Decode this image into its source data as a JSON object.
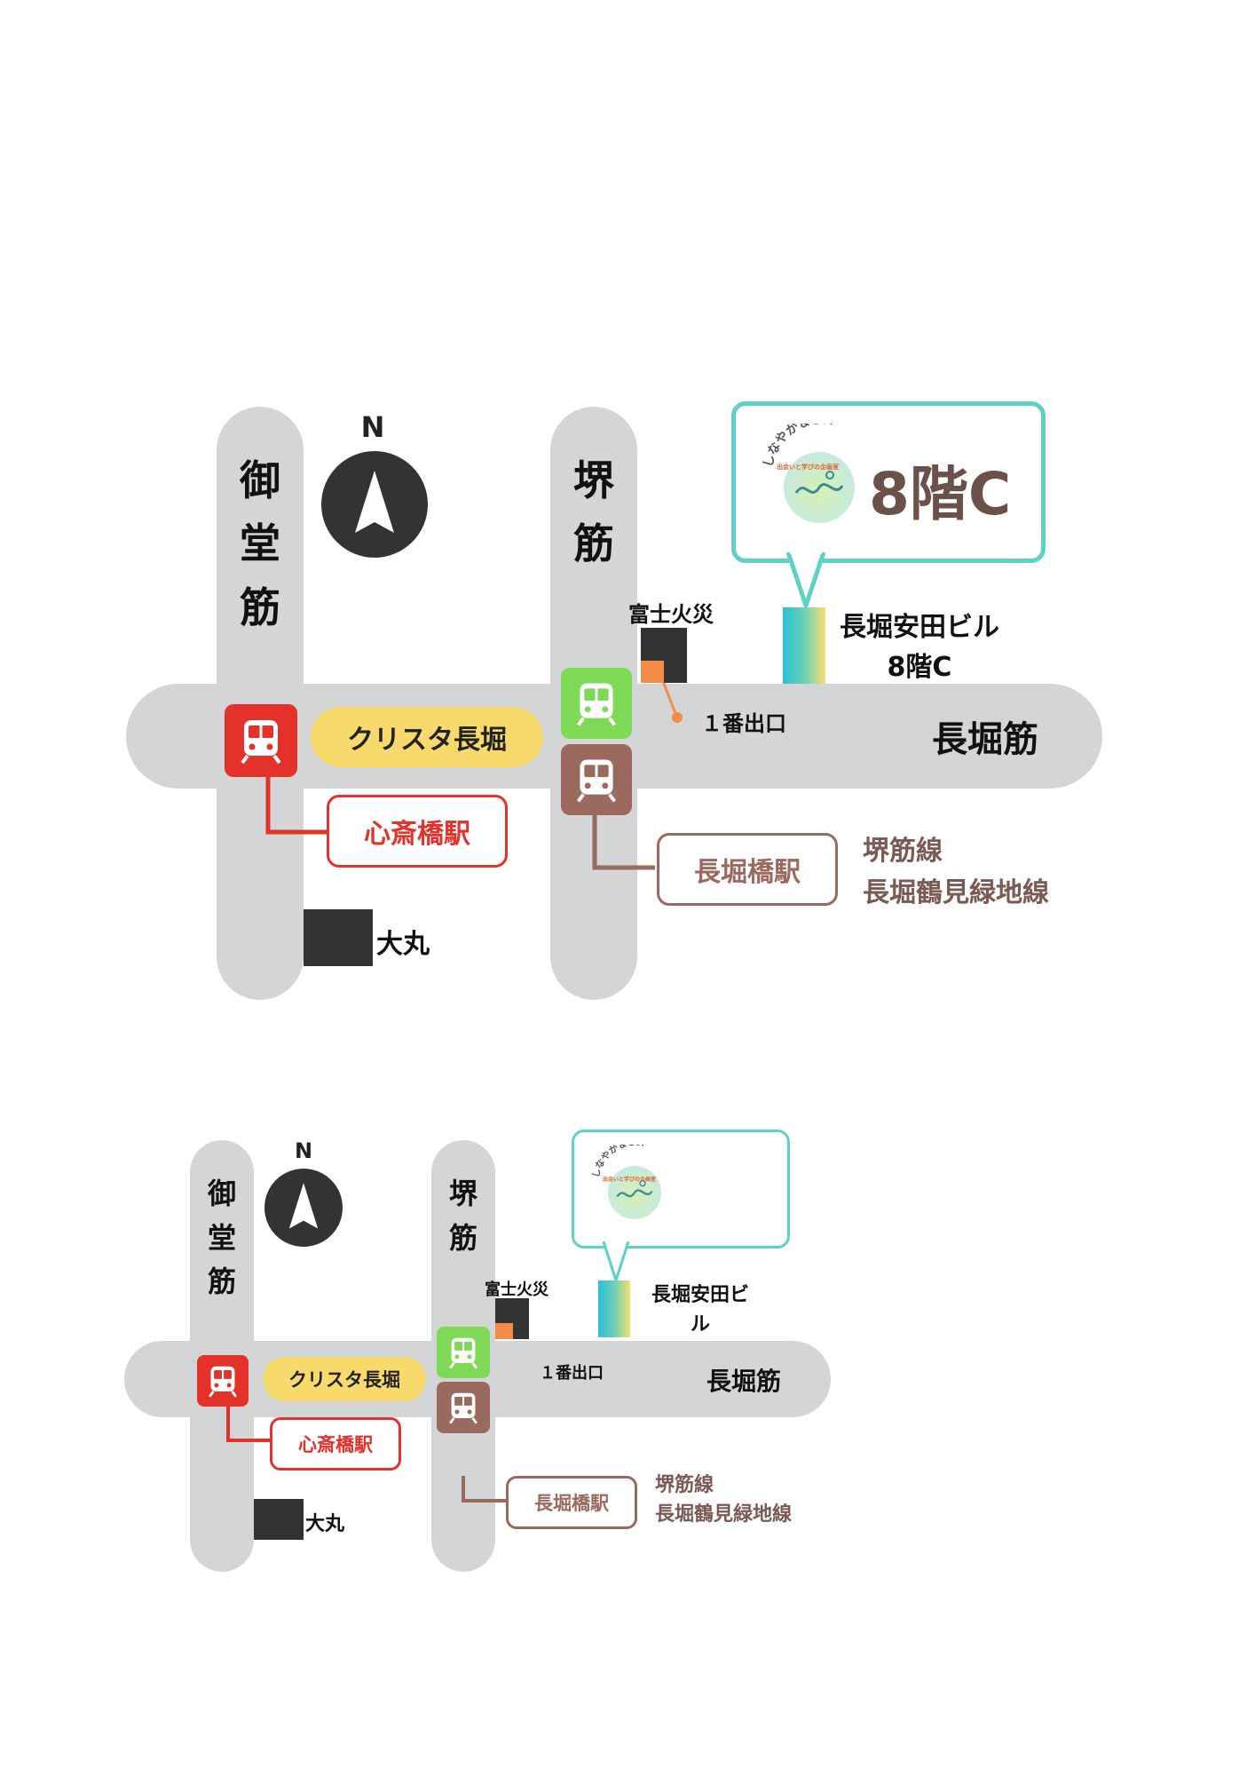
{
  "colors": {
    "road": "#d4d5d7",
    "red_line": "#e4322b",
    "green_station": "#7ed957",
    "brown_line": "#9a6a5e",
    "pill_yellow": "#f8da6c",
    "callout_border": "#5fd0c4",
    "building": "#333333",
    "orange": "#f68b48",
    "brown_text": "#7a5a52"
  },
  "map_large": {
    "compass_n": "N",
    "road_midosuji": "御\n堂\n筋",
    "road_sakaisuji": "堺\n筋",
    "road_nagahori": "長堀筋",
    "crysta": "クリスタ長堀",
    "shinsaibashi": "心斎橋駅",
    "nagahoribashi": "長堀橋駅",
    "lines": "堺筋線\n長堀鶴見緑地線",
    "fuji": "富士火災",
    "exit": "１番出口",
    "building_name": "長堀安田ビル\n8階C",
    "daimaru": "大丸",
    "floor": "8階C",
    "logo_text": "しなやか＆Co.",
    "logo_sub": "出会いと学びの企画室",
    "train_icon": "train-icon"
  },
  "map_small": {
    "compass_n": "N",
    "road_midosuji": "御\n堂\n筋",
    "road_sakaisuji": "堺\n筋",
    "road_nagahori": "長堀筋",
    "crysta": "クリスタ長堀",
    "shinsaibashi": "心斎橋駅",
    "nagahoribashi": "長堀橋駅",
    "lines": "堺筋線\n長堀鶴見緑地線",
    "fuji": "富士火災",
    "exit": "１番出口",
    "building_name": "長堀安田ビ\nル",
    "daimaru": "大丸",
    "logo_text": "しなやか＆Co.",
    "logo_sub": "出会いと学びの企画室"
  }
}
